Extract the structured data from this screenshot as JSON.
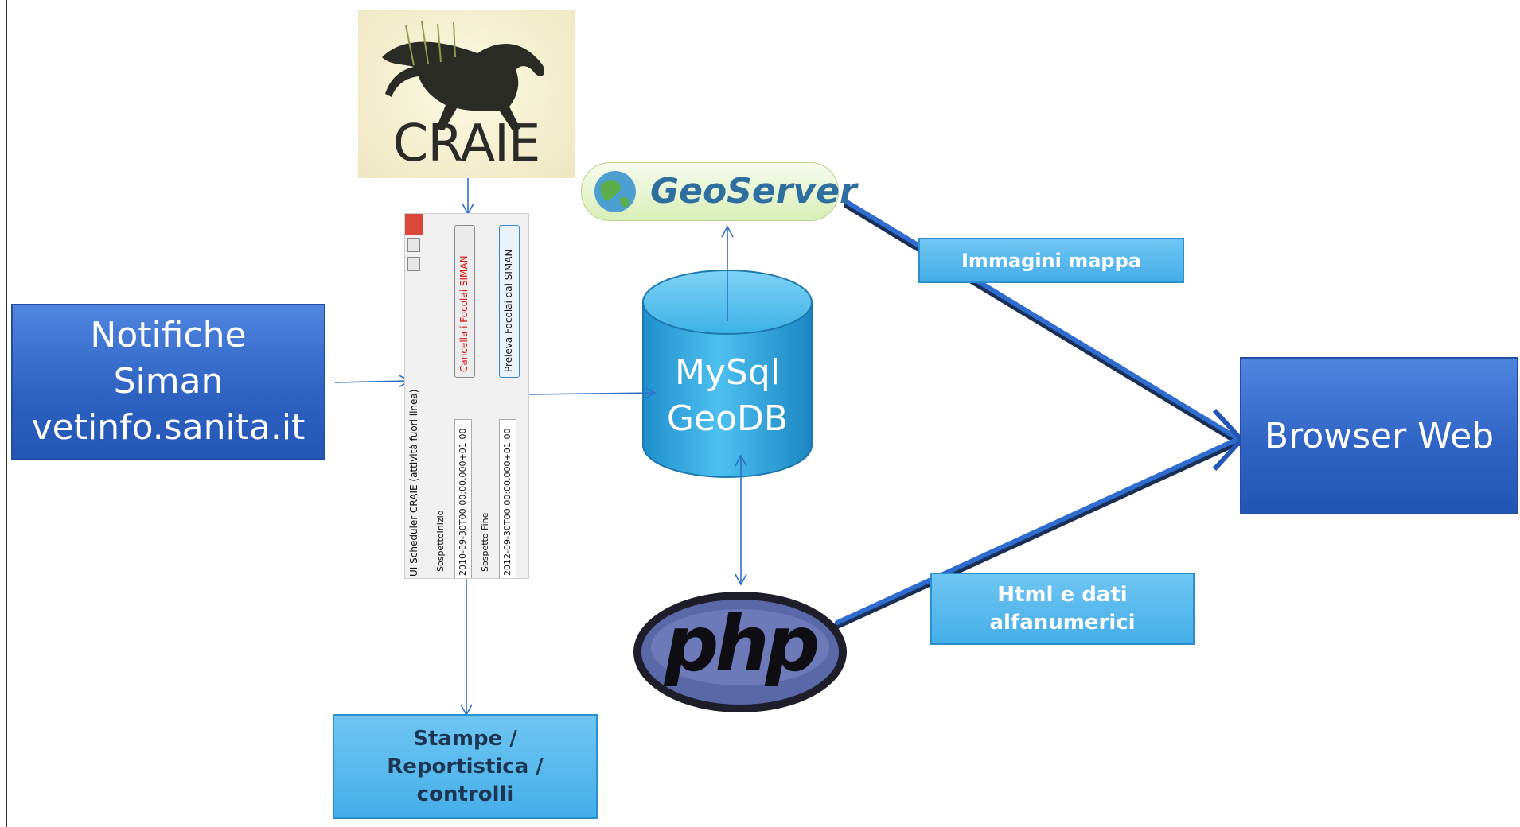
{
  "nodes": {
    "notifiche": "Notifiche\nSiman\nvetinfo.sanita.it",
    "browser": "Browser Web",
    "database": "MySql\nGeoDB",
    "immagini": "Immagini mappa",
    "html_dati": "Html e dati\nalfanumerici",
    "stampe": "Stampe /\nReportistica /\ncontrolli"
  },
  "logos": {
    "craie": "CRAIE",
    "geoserver": "GeoServer",
    "php": "php"
  },
  "scheduler": {
    "title": "UI Scheduler CRAIE (attività fuori linea)",
    "button_cancel": "Cancella i Focolai SIMAN",
    "button_fetch": "Preleva Focolai dal SIMAN",
    "field_start_label": "SospettoInizio",
    "field_start_value": "2010-09-30T00:00:00.000+01:00",
    "field_end_label": "Sospetto Fine",
    "field_end_value": "2012-09-30T00:00:00.000+01:00"
  },
  "colors": {
    "dark_box": "#2f64c4",
    "light_box": "#45aee8",
    "arrow_thin": "#2d6fc6",
    "arrow_thick": "#2456b5",
    "cylinder": "#29a0d8"
  }
}
